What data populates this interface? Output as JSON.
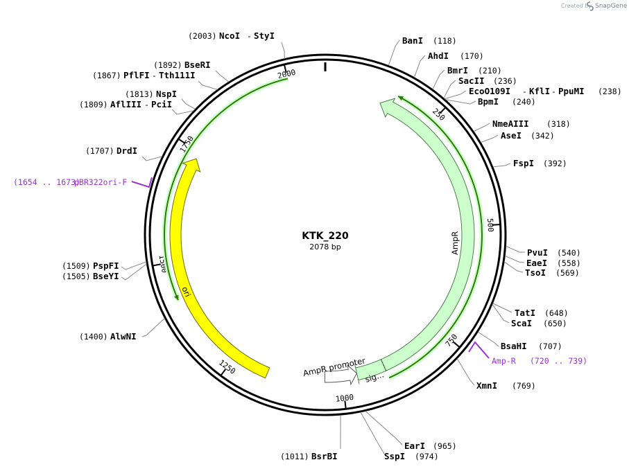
{
  "branding": {
    "created_by": "Created by",
    "app_name": "SnapGene"
  },
  "plasmid": {
    "name": "KTK_220",
    "length_text": "2078 bp",
    "length": 2078
  },
  "ticks": [
    {
      "pos": 250,
      "label": "250"
    },
    {
      "pos": 500,
      "label": "500"
    },
    {
      "pos": 750,
      "label": "750"
    },
    {
      "pos": 1000,
      "label": "1000"
    },
    {
      "pos": 1250,
      "label": "1250"
    },
    {
      "pos": 1500,
      "label": "1500"
    },
    {
      "pos": 1750,
      "label": "1750"
    },
    {
      "pos": 2000,
      "label": "2000"
    }
  ],
  "features": [
    {
      "name": "ori",
      "color": "#ffff00",
      "stroke": "#6b6b00"
    },
    {
      "name": "AmpR",
      "color": "#ccffcc",
      "stroke": "#4f7f4f"
    },
    {
      "name": "sig...",
      "color": "#ccffcc",
      "stroke": "#4f7f4f"
    },
    {
      "name": "AmpR promoter",
      "color": "#ffffff",
      "stroke": "#555555"
    }
  ],
  "colors": {
    "primer": "#9b30d9",
    "primer_bind": "#2f7a00",
    "primer_glow": "#ccffcc"
  },
  "sites": [
    {
      "name": "NcoI",
      "pos": "(2003)"
    },
    {
      "name": "StyI",
      "pos": ""
    },
    {
      "name": "BseRI",
      "pos": "(1892)"
    },
    {
      "name": "PflFI",
      "pos": "(1867)"
    },
    {
      "name": "Tth111I",
      "pos": ""
    },
    {
      "name": "NspI",
      "pos": "(1813)"
    },
    {
      "name": "AflIII",
      "pos": "(1809)"
    },
    {
      "name": "PciI",
      "pos": ""
    },
    {
      "name": "DrdI",
      "pos": "(1707)"
    },
    {
      "name": "PspFI",
      "pos": "(1509)"
    },
    {
      "name": "BseYI",
      "pos": "(1505)"
    },
    {
      "name": "AlwNI",
      "pos": "(1400)"
    },
    {
      "name": "BsrBI",
      "pos": "(1011)"
    },
    {
      "name": "SspI",
      "pos": "(974)"
    },
    {
      "name": "EarI",
      "pos": "(965)"
    },
    {
      "name": "XmnI",
      "pos": "(769)"
    },
    {
      "name": "BsaHI",
      "pos": "(707)"
    },
    {
      "name": "ScaI",
      "pos": "(650)"
    },
    {
      "name": "TatI",
      "pos": "(648)"
    },
    {
      "name": "TsoI",
      "pos": "(569)"
    },
    {
      "name": "EaeI",
      "pos": "(558)"
    },
    {
      "name": "PvuI",
      "pos": "(540)"
    },
    {
      "name": "FspI",
      "pos": "(392)"
    },
    {
      "name": "AseI",
      "pos": "(342)"
    },
    {
      "name": "NmeAIII",
      "pos": "(318)"
    },
    {
      "name": "BpmI",
      "pos": "(240)"
    },
    {
      "name": "EcoO109I",
      "pos": "(238)"
    },
    {
      "name": "KflI",
      "pos": ""
    },
    {
      "name": "PpuMI",
      "pos": ""
    },
    {
      "name": "SacII",
      "pos": "(236)"
    },
    {
      "name": "BmrI",
      "pos": "(210)"
    },
    {
      "name": "AhdI",
      "pos": "(170)"
    },
    {
      "name": "BanI",
      "pos": "(118)"
    }
  ],
  "primers": [
    {
      "name": "pBR322ori-F",
      "range": "(1654 .. 1673)"
    },
    {
      "name": "Amp-R",
      "range": "(720 .. 739)"
    }
  ],
  "separator": "-"
}
